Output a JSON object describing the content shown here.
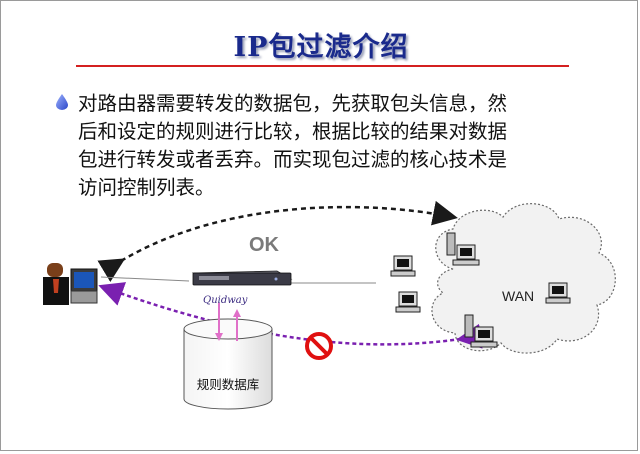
{
  "slide": {
    "title": "IP包过滤介绍",
    "body_lines": [
      "对路由器需要转发的数据包，先获取包头信息，然",
      "后和设定的规则进行比较，根据比较的结果对数据",
      "包进行转发或者丢弃。而实现包过滤的核心技术是",
      "访问控制列表。"
    ]
  },
  "diagram": {
    "ok_label": "OK",
    "router_label": "Quidway",
    "cloud_label": "WAN",
    "database_label": "规则数据库"
  },
  "colors": {
    "title": "#1a2a8c",
    "title_rule": "#d42020",
    "allowed_arrow": "#1a1a1a",
    "denied_arrow": "#7a20b0",
    "deny_sign": "#e01010"
  }
}
